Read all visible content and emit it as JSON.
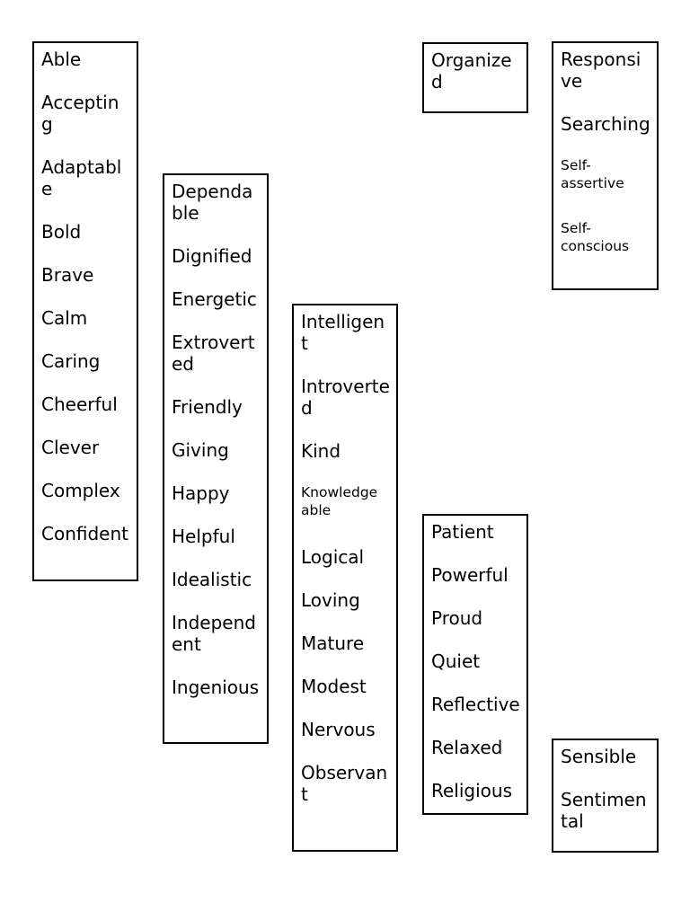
{
  "columns": [
    {
      "words": [
        [
          "Able"
        ],
        [
          "Acceptin",
          "g"
        ],
        [
          "Adaptabl",
          "e"
        ],
        [
          "Bold"
        ],
        [
          "Brave"
        ],
        [
          "Calm"
        ],
        [
          "Caring"
        ],
        [
          "Cheerful"
        ],
        [
          "Clever"
        ],
        [
          "Complex"
        ],
        [
          "Confident"
        ]
      ]
    },
    {
      "words": [
        [
          "Dependa",
          "ble"
        ],
        [
          "Dignified"
        ],
        [
          "Energetic"
        ],
        [
          "Extrovert",
          "ed"
        ],
        [
          "Friendly"
        ],
        [
          "Giving"
        ],
        [
          "Happy"
        ],
        [
          "Helpful"
        ],
        [
          "Idealistic"
        ],
        [
          "Independ",
          "ent"
        ],
        [
          "Ingenious"
        ]
      ]
    },
    {
      "words": [
        [
          "Intelligen",
          "t"
        ],
        [
          "Introverte",
          "d"
        ],
        [
          "Kind"
        ],
        [
          "Knowledge",
          "able"
        ],
        [
          "Logical"
        ],
        [
          "Loving"
        ],
        [
          "Mature"
        ],
        [
          "Modest"
        ],
        [
          "Nervous"
        ],
        [
          "Observan",
          "t"
        ]
      ]
    },
    {
      "words": [
        [
          "Organize",
          "d"
        ]
      ]
    },
    {
      "words": [
        [
          "Patient"
        ],
        [
          "Powerful"
        ],
        [
          "Proud"
        ],
        [
          "Quiet"
        ],
        [
          "Reflective"
        ],
        [
          "Relaxed"
        ],
        [
          "Religious"
        ]
      ]
    },
    {
      "words": [
        [
          "Responsi",
          "ve"
        ],
        [
          "Searching"
        ],
        [
          "Self-",
          "assertive"
        ],
        [
          "Self-",
          "conscious"
        ]
      ]
    },
    {
      "words": [
        [
          "Sensible"
        ],
        [
          "Sentimen",
          "tal"
        ]
      ]
    }
  ]
}
